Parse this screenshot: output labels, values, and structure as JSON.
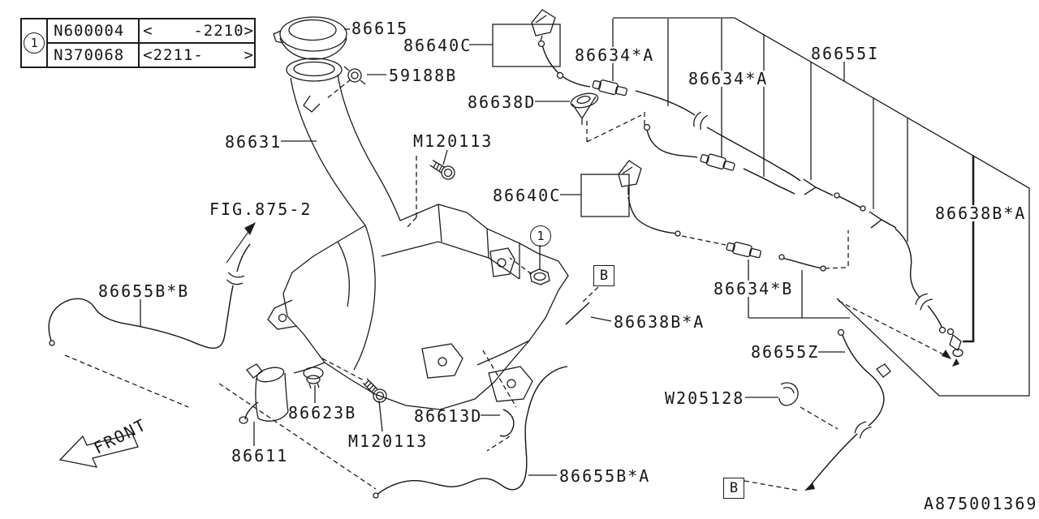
{
  "figure": {
    "front_label": "FRONT",
    "fig_ref": "FIG.875-2",
    "drawing_number": "A875001369"
  },
  "ref_table": {
    "symbol": "1",
    "rows": [
      {
        "part_number": "N600004",
        "applicability": "<    -2210>"
      },
      {
        "part_number": "N370068",
        "applicability": "<2211-    >"
      }
    ]
  },
  "markers": {
    "reference_1": "1",
    "section_b": "B"
  },
  "part_labels": [
    {
      "id": "cap",
      "text": "86615"
    },
    {
      "id": "nozzle-top",
      "text": "86640C"
    },
    {
      "id": "neck-clip",
      "text": "59188B"
    },
    {
      "id": "nozzle-d",
      "text": "86638D"
    },
    {
      "id": "joint-a1",
      "text": "86634*A"
    },
    {
      "id": "joint-a2",
      "text": "86634*A"
    },
    {
      "id": "hose-assy",
      "text": "86655I"
    },
    {
      "id": "filler-neck",
      "text": "86631"
    },
    {
      "id": "bolt-top",
      "text": "M120113"
    },
    {
      "id": "nozzle-mid",
      "text": "86640C"
    },
    {
      "id": "joint-right",
      "text": "86638B*A"
    },
    {
      "id": "hose-bb",
      "text": "86655B*B"
    },
    {
      "id": "joint-mid",
      "text": "86638B*A"
    },
    {
      "id": "joint-b",
      "text": "86634*B"
    },
    {
      "id": "hose-z",
      "text": "86655Z"
    },
    {
      "id": "clip-w",
      "text": "W205128"
    },
    {
      "id": "grommet",
      "text": "86623B"
    },
    {
      "id": "bolt-bottom",
      "text": "M120113"
    },
    {
      "id": "hose-guide",
      "text": "86613D"
    },
    {
      "id": "pump",
      "text": "86611"
    },
    {
      "id": "hose-ba",
      "text": "86655B*A"
    }
  ],
  "colors": {
    "line": "#1c1c1c",
    "background": "#ffffff"
  }
}
